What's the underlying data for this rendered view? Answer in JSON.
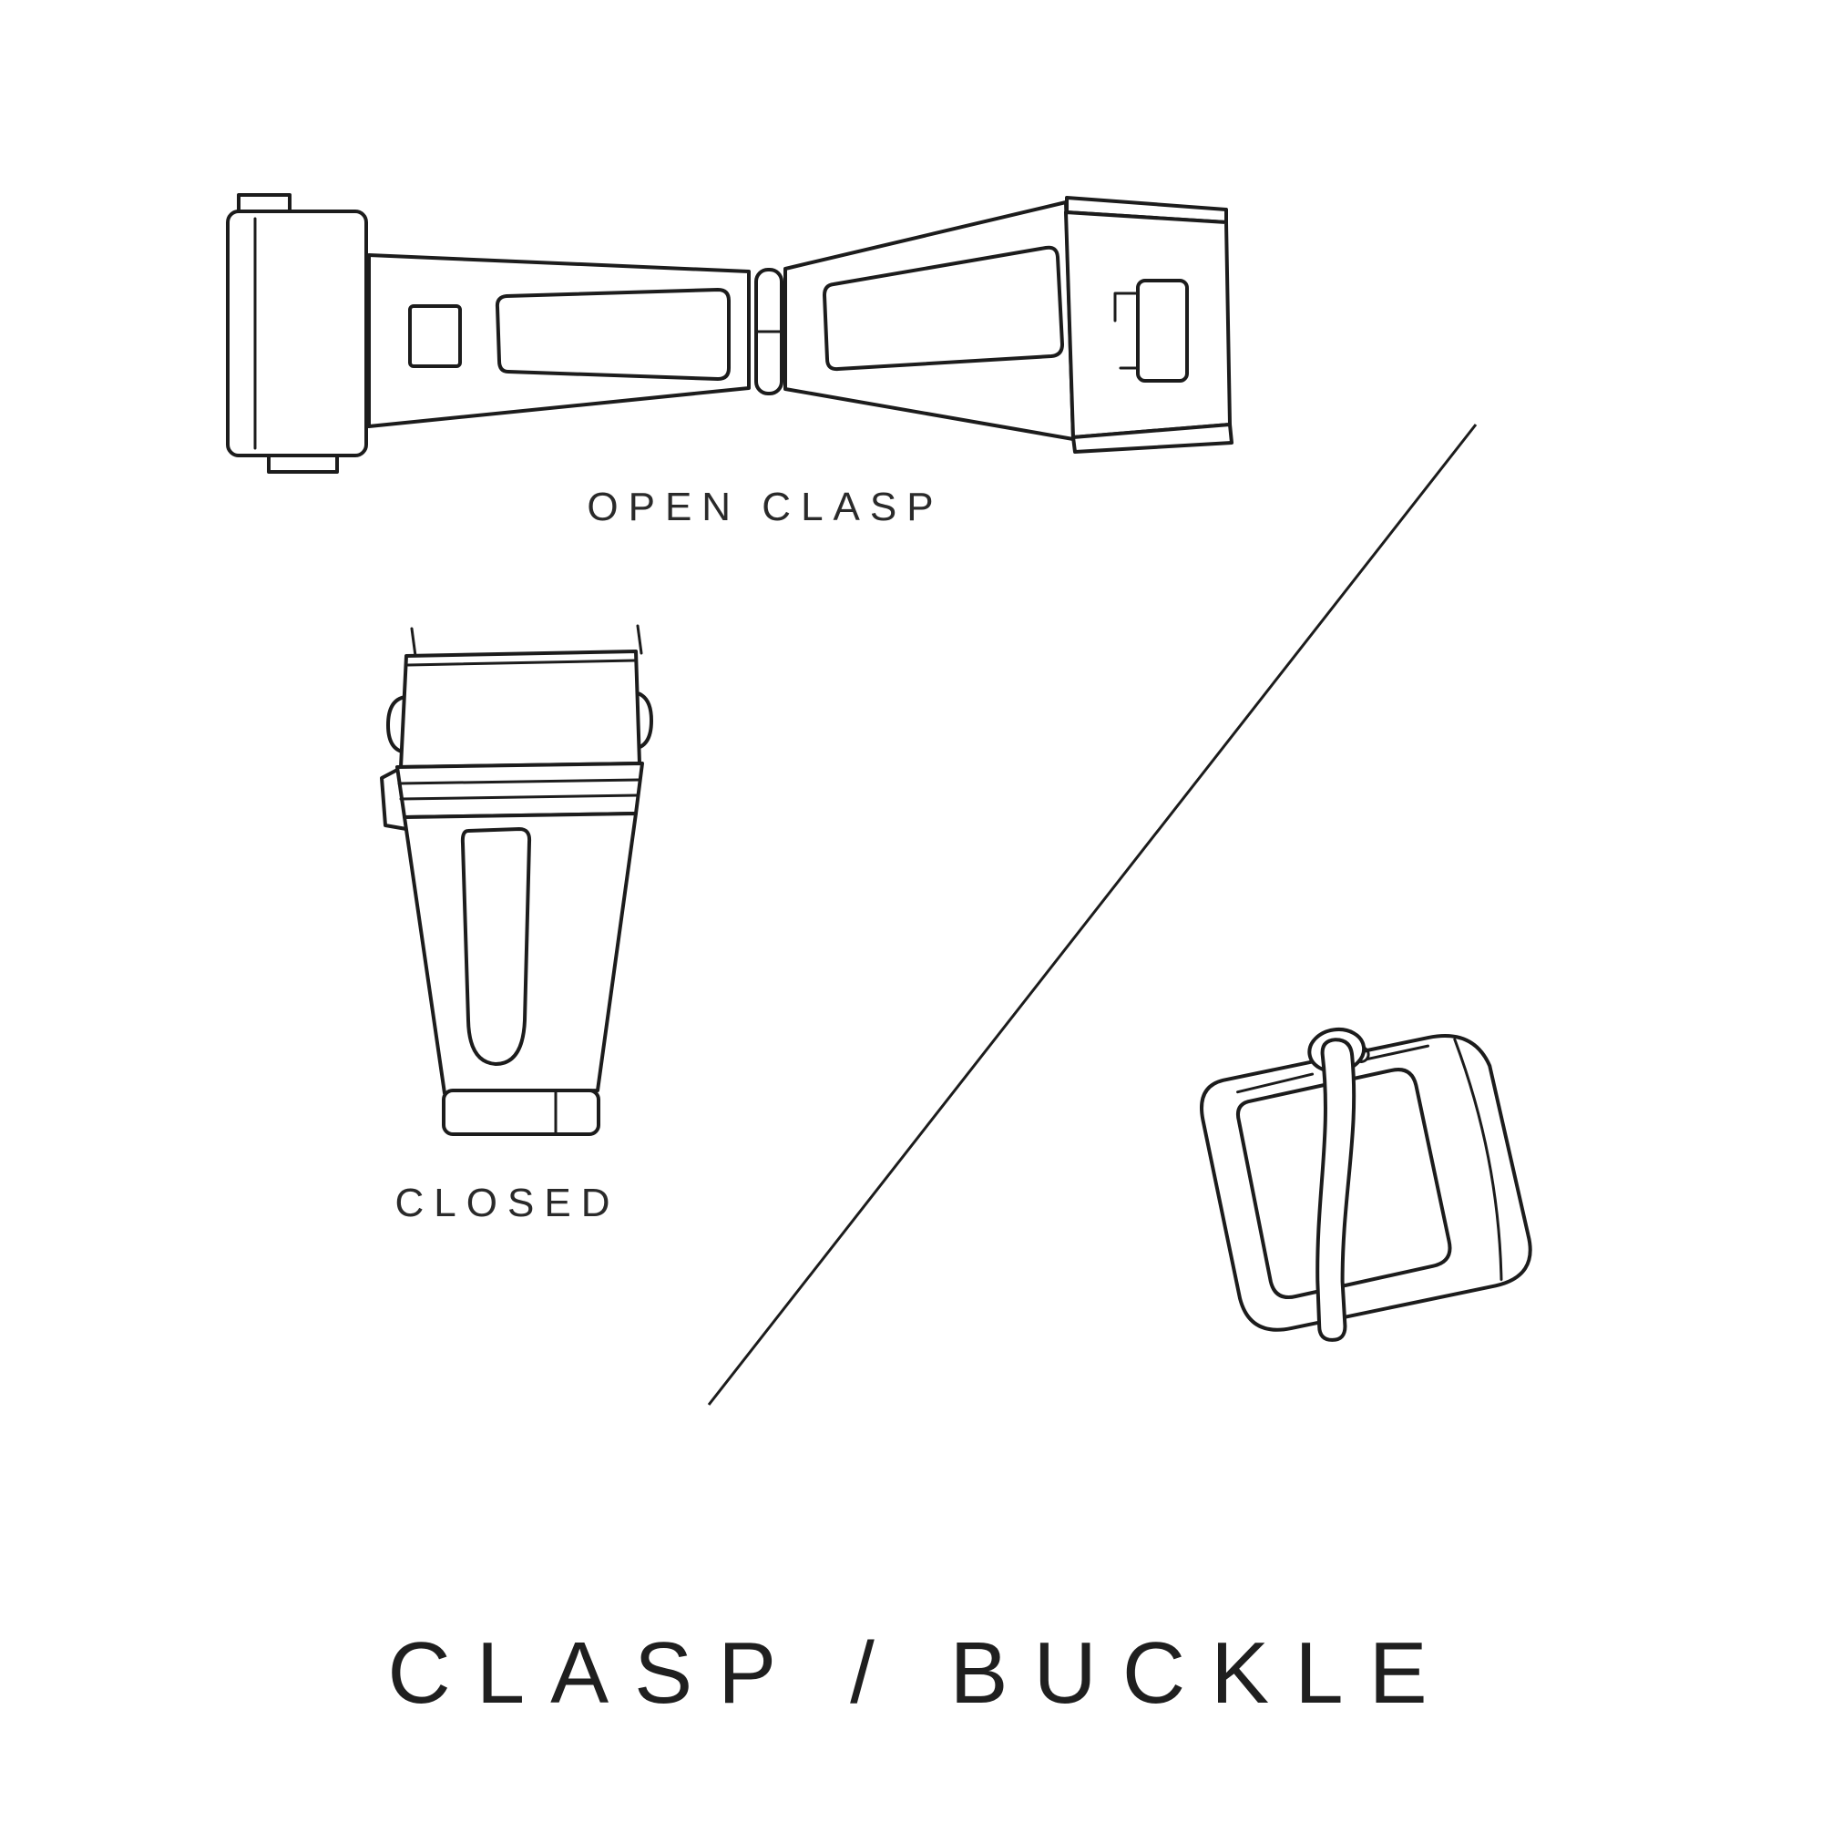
{
  "page": {
    "background_color": "#ffffff",
    "ink_color": "#1c1c1c",
    "title": "CLASP / BUCKLE"
  },
  "labels": {
    "open_clasp": "OPEN CLASP",
    "closed_clasp": "CLOSED"
  },
  "figures": [
    {
      "name": "open-clasp-illustration",
      "meaning": "deployant watch clasp shown open, top view"
    },
    {
      "name": "closed-clasp-illustration",
      "meaning": "watch clasp shown closed, top view"
    },
    {
      "name": "buckle-illustration",
      "meaning": "tang buckle shown in perspective"
    },
    {
      "name": "divider-line",
      "meaning": "diagonal separator between clasp figures and buckle figure"
    }
  ]
}
